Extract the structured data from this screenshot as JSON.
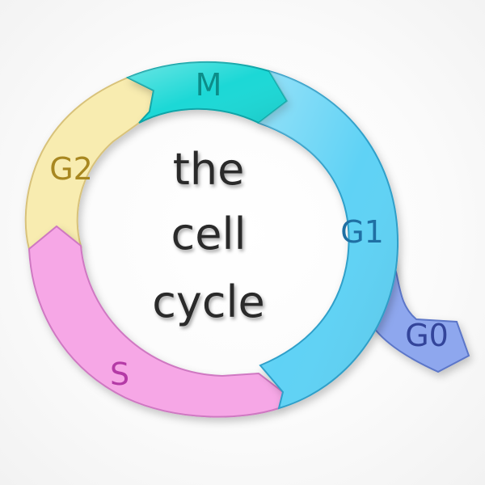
{
  "center_text": {
    "line1": "the",
    "line2": "cell",
    "line3": "cycle"
  },
  "phases": {
    "m": {
      "label": "M",
      "fill": "#1ad8d6",
      "edge": "#0da5a8",
      "text": "#0c8c88"
    },
    "g1": {
      "label": "G1",
      "fill": "#5fd2f5",
      "edge": "#2e9fc9",
      "text": "#1f6fa3"
    },
    "g0": {
      "label": "G0",
      "fill": "#8ea7ee",
      "edge": "#5b76c8",
      "text": "#33449a"
    },
    "s": {
      "label": "S",
      "fill": "#f6a7e6",
      "edge": "#cf78c2",
      "text": "#b43aa6"
    },
    "g2": {
      "label": "G2",
      "fill": "#f8ecb0",
      "edge": "#d8c27a",
      "text": "#a88720"
    }
  }
}
